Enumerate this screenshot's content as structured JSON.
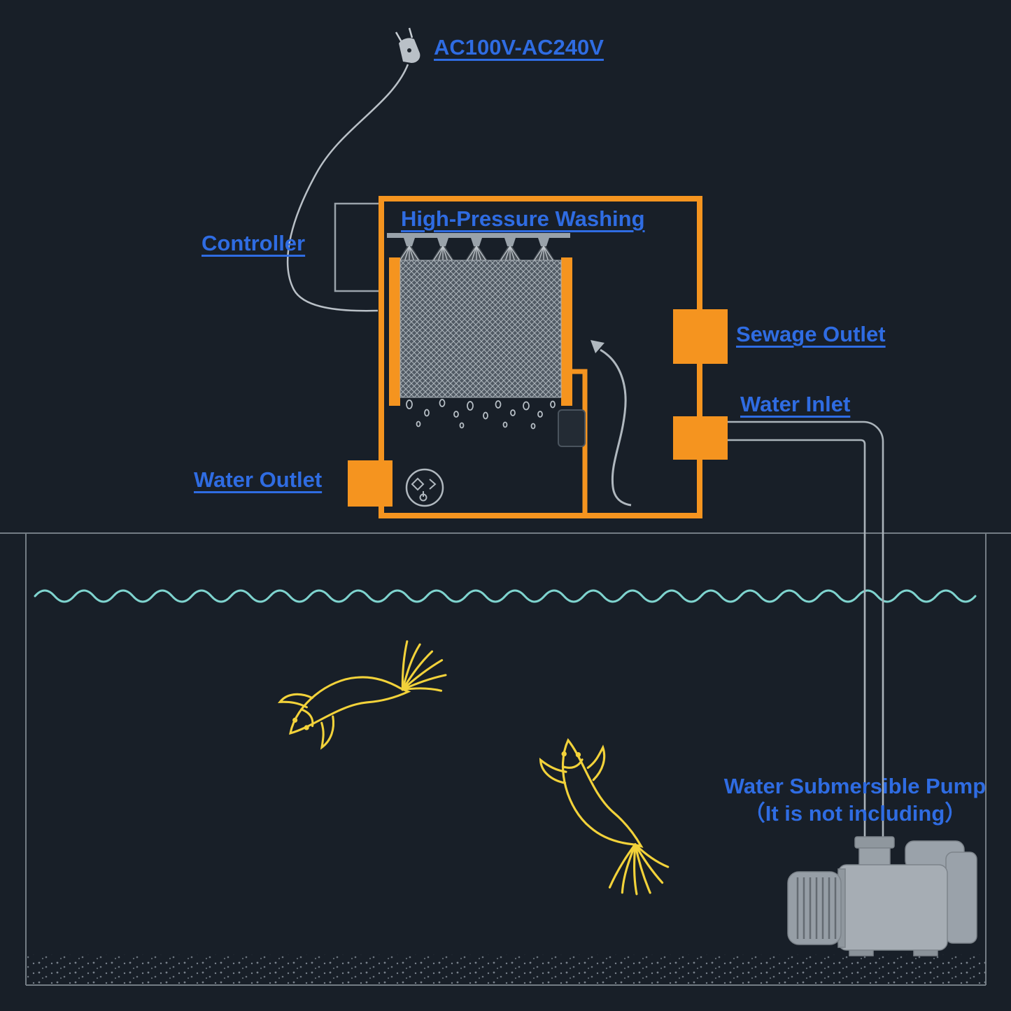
{
  "labels": {
    "power": "AC100V-AC240V",
    "controller": "Controller",
    "washing": "High-Pressure Washing",
    "sewage_outlet": "Sewage Outlet",
    "water_inlet": "Water Inlet",
    "water_outlet": "Water Outlet",
    "pump_line1": "Water Submersible Pump",
    "pump_line2": "（It is not including）"
  },
  "colors": {
    "background": "#181F28",
    "accent_orange": "#F5941F",
    "label_blue": "#2F6CE2",
    "line_gray": "#AAB3BA",
    "wave_teal": "#7FD4CF",
    "koi_yellow": "#F2D23A"
  },
  "icons": {
    "power_plug": "plug-icon",
    "spray_nozzle": "nozzle-icon",
    "pump_dial": "dial-icon",
    "koi": "koi-fish",
    "submersible_pump": "pump-icon"
  }
}
